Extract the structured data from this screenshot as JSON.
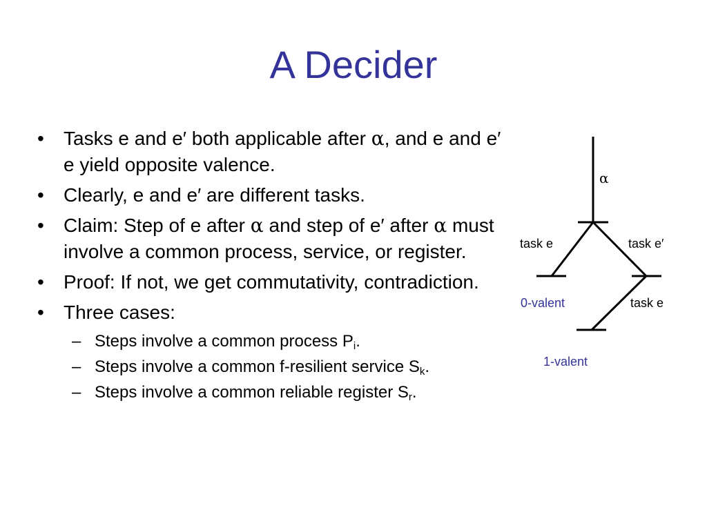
{
  "title": "A Decider",
  "bullets": {
    "b1_part1": "Tasks e and e′ both applicable after ",
    "b1_alpha": "α",
    "b1_part2": ", and e and e′ e yield opposite valence.",
    "b2": "Clearly, e and e′ are different tasks.",
    "b3_part1": "Claim:  Step of e after ",
    "b3_alpha1": "α",
    "b3_part2": " and step of e′ after ",
    "b3_alpha2": "α",
    "b3_part3": " must involve a common process, service, or register.",
    "b4": "Proof:  If not, we get commutativity, contradiction.",
    "b5": "Three cases:"
  },
  "sub_bullets": [
    {
      "text": "Steps involve a common process P",
      "subscript": "i",
      "suffix": "."
    },
    {
      "text": "Steps involve a common f-resilient service S",
      "subscript": "k",
      "suffix": "."
    },
    {
      "text": "Steps involve a common reliable register S",
      "subscript": "r",
      "suffix": "."
    }
  ],
  "markers": {
    "bullet": "•",
    "dash": "–"
  },
  "diagram": {
    "alpha": "α",
    "task_e_left": "task e",
    "task_e_prime": "task e′",
    "zero_valent": "0-valent",
    "task_e_right": "task e",
    "one_valent": "1-valent"
  },
  "colors": {
    "title": "#333399",
    "valent": "#333399",
    "text": "#000000"
  }
}
